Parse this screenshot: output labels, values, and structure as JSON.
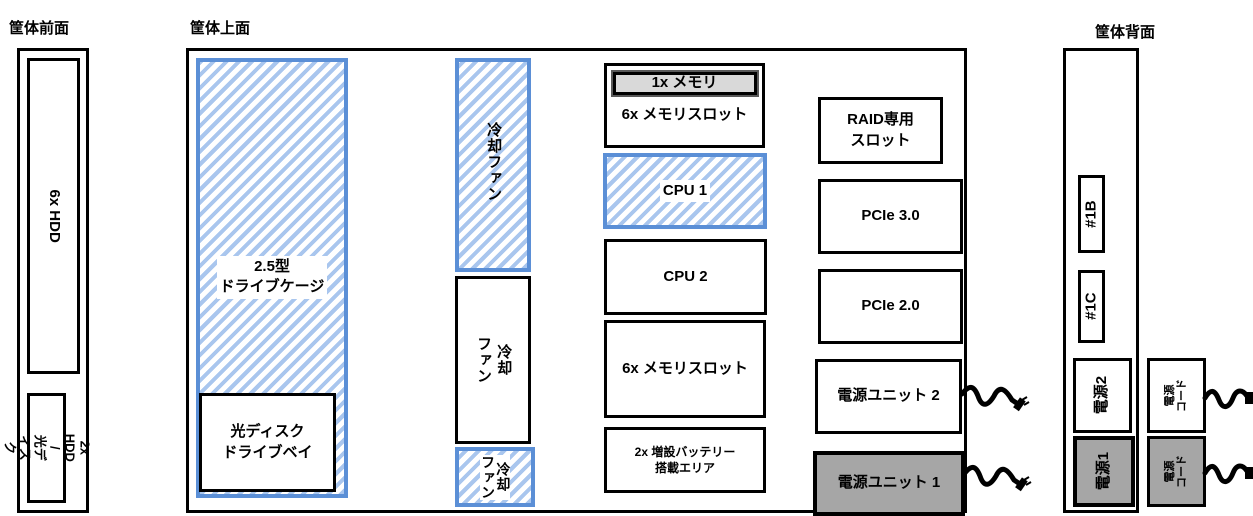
{
  "titles": {
    "front": "筐体前面",
    "top": "筐体上面",
    "back": "筐体背面"
  },
  "front": {
    "hdd_bay": "6x HDD",
    "small_bay": "2x HDD /\n光ディスク"
  },
  "top": {
    "drive_cage": "2.5型\nドライブケージ",
    "optical_bay": "光ディスク\nドライブベイ",
    "fan_top": "冷却ファン",
    "fan_mid": "冷却\nファン",
    "fan_bottom": "冷却\nファン",
    "memory_module": "1x メモリ",
    "memory_slots_top": "6x メモリスロット",
    "cpu1": "CPU 1",
    "cpu2": "CPU 2",
    "memory_slots_bottom": "6x メモリスロット",
    "battery_area": "2x  増設バッテリー\n搭載エリア",
    "raid_slot": "RAID専用\nスロット",
    "pcie3": "PCIe 3.0",
    "pcie2": "PCIe 2.0",
    "psu2": "電源ユニット 2",
    "psu1": "電源ユニット 1"
  },
  "back": {
    "slot_1b": "#1B",
    "slot_1c": "#1C",
    "psu2": "電源2",
    "psu1": "電源1",
    "cord_upper": "電源\nコード",
    "cord_lower": "電源\nコード"
  },
  "colors": {
    "hatch_border": "#5b8fd6",
    "hatch_stripe": "#a9c6ee",
    "psu_active": "#a6a6a6",
    "memory_installed": "#595959"
  }
}
